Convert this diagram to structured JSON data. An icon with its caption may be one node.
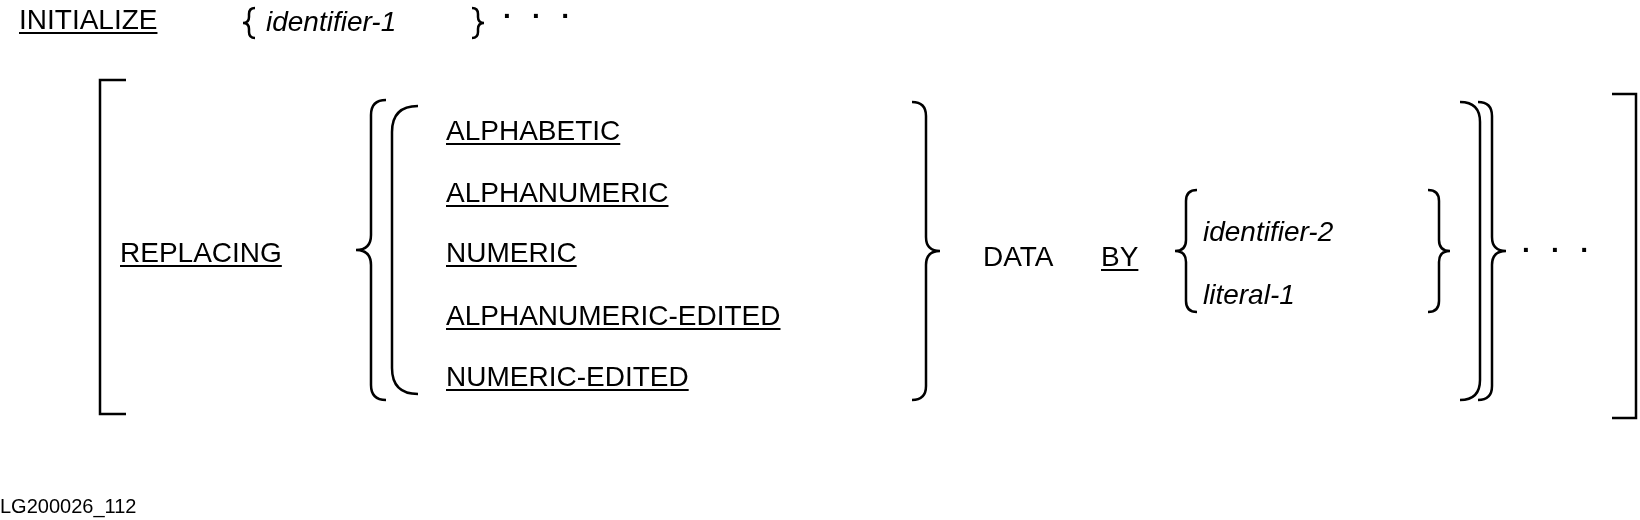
{
  "diagram": {
    "labels": [
      "INITIALIZE",
      "identifier-1",
      "· · ·",
      "REPLACING",
      "ALPHABETIC",
      "ALPHANUMERIC",
      "NUMERIC",
      "ALPHANUMERIC-EDITED",
      "NUMERIC-EDITED",
      "DATA",
      "BY",
      "identifier-2",
      "literal-1",
      "· · ·",
      "LG200026_112"
    ]
  }
}
